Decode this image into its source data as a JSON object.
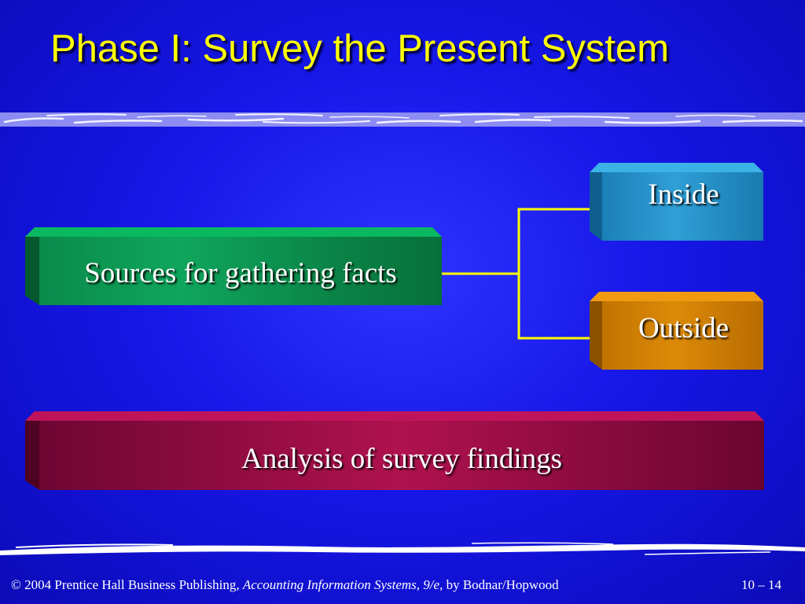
{
  "slide": {
    "title": "Phase I: Survey the Present System"
  },
  "diagram": {
    "source": "Sources for gathering facts",
    "inside": "Inside",
    "outside": "Outside",
    "analysis": "Analysis of survey findings"
  },
  "footer": {
    "copyright_prefix": "© 2004 Prentice Hall Business Publishing, ",
    "book_title": "Accounting Information Systems, 9/e",
    "author_suffix": ", by Bodnar/Hopwood",
    "page_number": "10 – 14"
  },
  "colors": {
    "title": "#ffff00",
    "connector": "#ffff00",
    "source_box": "#0a8a4a",
    "inside_box": "#2a9fd4",
    "outside_box": "#d08000",
    "analysis_box": "#a0104a",
    "background": "#1515e0"
  }
}
